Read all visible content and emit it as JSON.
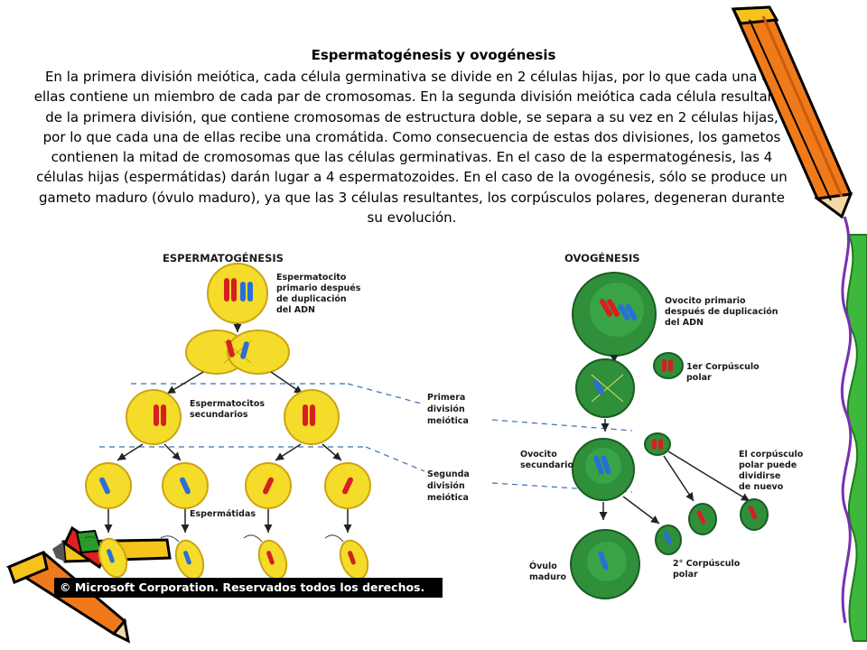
{
  "title": "Espermatogénesis y ovogénesis",
  "paragraph": "En la primera división meiótica, cada célula germinativa se divide en 2 células hijas, por lo que cada una de ellas contiene un miembro de cada par de cromosomas. En la segunda división meiótica cada célula resultante de la primera división, que contiene cromosomas de estructura doble, se separa a su vez en 2 células hijas, por lo que cada una de ellas recibe una cromátida. Como consecuencia de estas dos divisiones, los gametos contienen la mitad de cromosomas que las células germinativas. En el caso de la espermatogénesis, las 4 células hijas (espermátidas) darán lugar a 4 espermatozoides. En el caso de la ovogénesis, sólo se produce un gameto maduro (óvulo maduro), ya que las 3 células resultantes, los corpúsculos polares, degeneran durante su evolución.",
  "diagram": {
    "spermatogenesis_heading": "ESPERMATOGÉNESIS",
    "oogenesis_heading": "OVOGÉNESIS",
    "spermatocyte_primary": [
      "Espermatocito",
      "primario después",
      "de duplicación",
      "del ADN"
    ],
    "spermatocytes_secondary": [
      "Espermatocitos",
      "secundarios"
    ],
    "spermatids": "Espermátidas",
    "first_division": [
      "Primera",
      "división",
      "meiótica"
    ],
    "second_division": [
      "Segunda",
      "división",
      "meiótica"
    ],
    "oocyte_primary": [
      "Ovocito primario",
      "después de duplicación",
      "del ADN"
    ],
    "first_polar_body": [
      "1er Corpúsculo",
      "polar"
    ],
    "oocyte_secondary": [
      "Ovocito",
      "secundario"
    ],
    "polar_may_divide": [
      "El corpúsculo",
      "polar puede",
      "dividirse",
      "de nuevo"
    ],
    "mature_ovum": [
      "Óvulo",
      "maduro"
    ],
    "second_polar_body": [
      "2° Corpúsculo",
      "polar"
    ]
  },
  "copyright": "© Microsoft Corporation. Reservados todos los derechos.",
  "colors": {
    "sperm_cell": "#f5dc2a",
    "oocyte": "#2f8f3a",
    "chromosome_red": "#d42020",
    "chromosome_blue": "#2a6fd6",
    "pencil_orange": "#f07a1a",
    "pencil_yellow": "#f6c21c",
    "dashed_line": "#3a6fb0"
  }
}
